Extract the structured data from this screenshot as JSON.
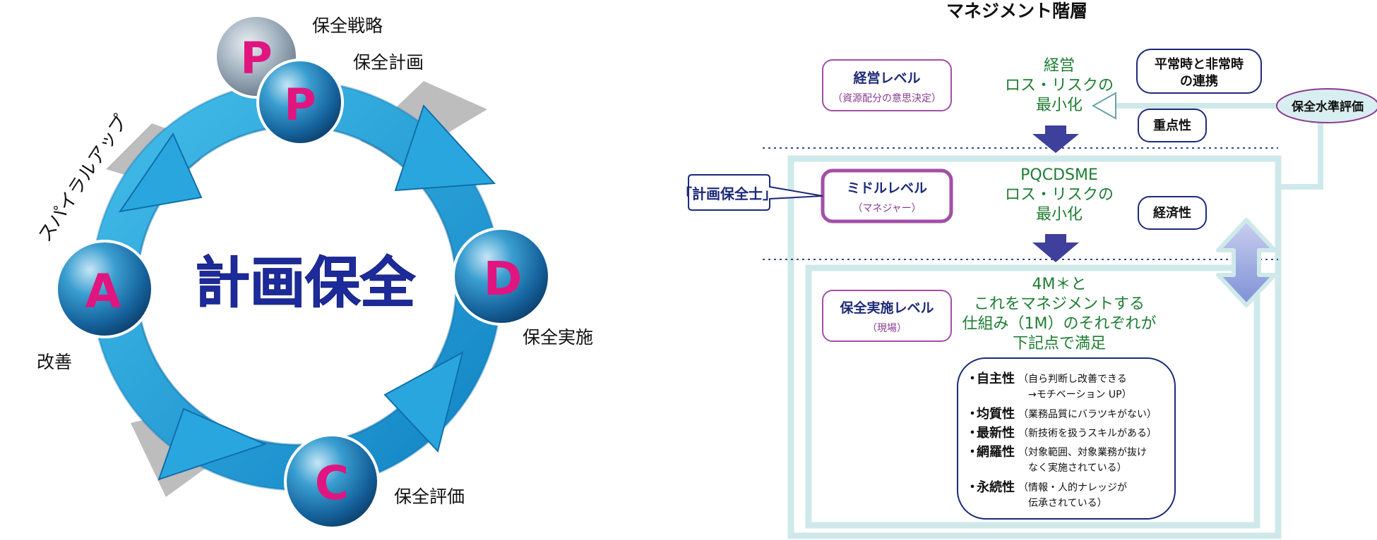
{
  "cycle": {
    "center_title": "計画保全",
    "spiral_label": "スパイラルアップ",
    "nodes": [
      {
        "letter": "P",
        "label": "保全戦略"
      },
      {
        "letter": "P",
        "label": "保全計画"
      },
      {
        "letter": "D",
        "label": "保全実施"
      },
      {
        "letter": "C",
        "label": "保全評価"
      },
      {
        "letter": "A",
        "label": "改善"
      }
    ]
  },
  "management": {
    "title": "マネジメント階層",
    "levels": {
      "executive": {
        "name": "経営レベル",
        "sub": "（資源配分の意思決定）"
      },
      "middle": {
        "name": "ミドルレベル",
        "sub": "（マネジャー）"
      },
      "field": {
        "name": "保全実施レベル",
        "sub": "（現場）"
      }
    },
    "executive_goal": [
      "経営",
      "ロス・リスクの",
      "最小化"
    ],
    "middle_goal": [
      "PQCDSME",
      "ロス・リスクの",
      "最小化"
    ],
    "field_goal": [
      "4M＊と",
      "これをマネジメントする",
      "仕組み（1M）のそれぞれが",
      "下記点で満足"
    ],
    "callout": "「計画保全士」",
    "right_boxes": {
      "normal_emergency": [
        "平常時と非常時",
        "の連携"
      ],
      "importance": "重点性",
      "economy": "経済性",
      "evaluation": "保全水準評価"
    },
    "attributes": [
      {
        "name": "自主性",
        "desc": [
          "（自ら判断し改善できる",
          "→モチベーション UP）"
        ]
      },
      {
        "name": "均質性",
        "desc": [
          "（業務品質にバラツキがない）"
        ]
      },
      {
        "name": "最新性",
        "desc": [
          "（新技術を扱うスキルがある）"
        ]
      },
      {
        "name": "網羅性",
        "desc": [
          "（対象範囲、対象業務が抜け",
          "なく実施されている）"
        ]
      },
      {
        "name": "永続性",
        "desc": [
          "（情報・人的ナレッジが",
          "伝承されている）"
        ]
      }
    ],
    "bullet": "・"
  },
  "colors": {
    "ring": "#1fa6dd",
    "ring_dark": "#1477b2",
    "node_letter": "#e0157f",
    "frame": "#cfe9ea",
    "goal_green": "#1e7d33",
    "navy": "#1d2a78",
    "purple": "#8a3a92",
    "down_arrow": "#3f3f9c"
  }
}
